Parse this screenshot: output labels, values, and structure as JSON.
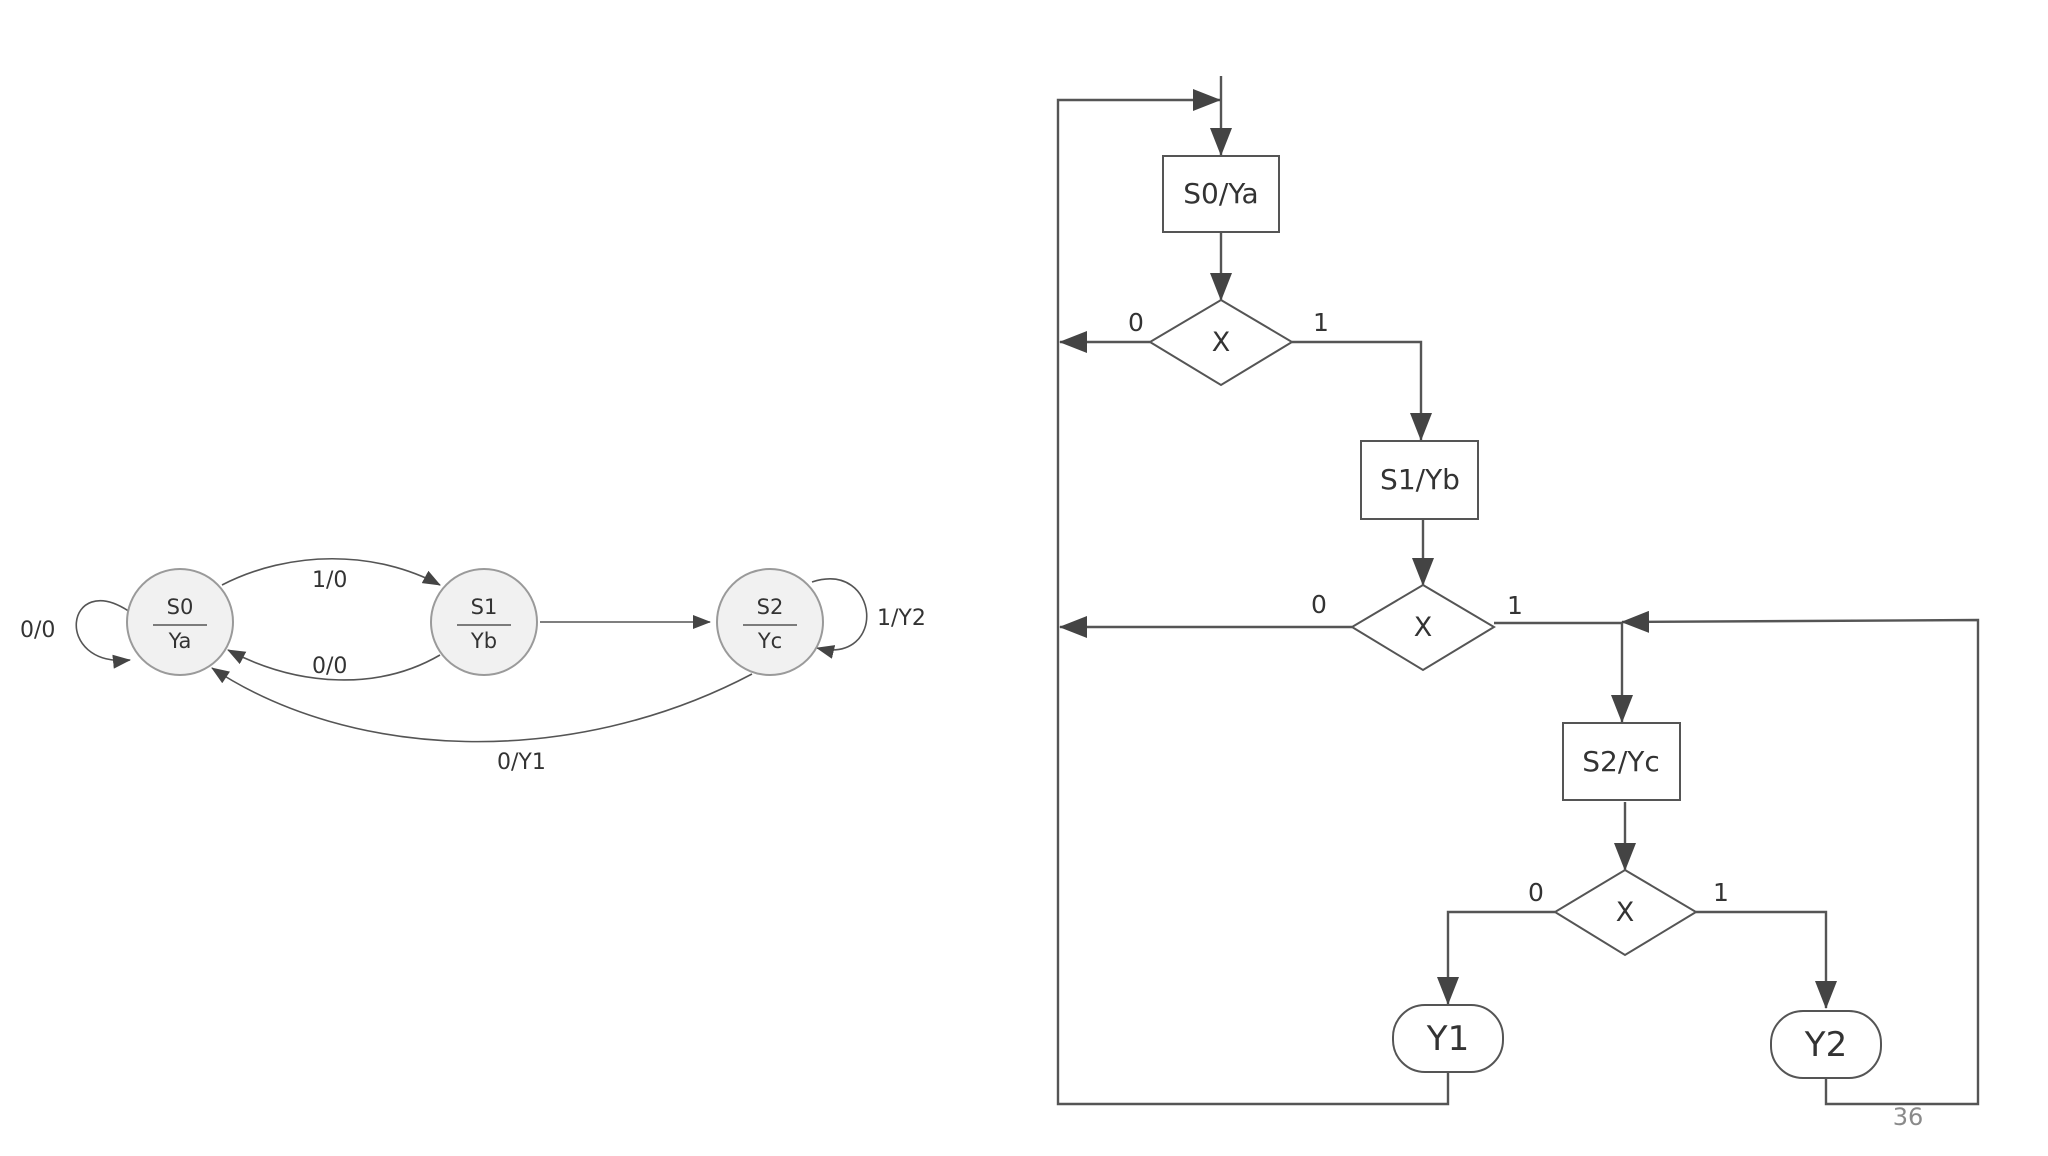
{
  "state_diagram": {
    "states": [
      {
        "name": "S0",
        "output": "Ya"
      },
      {
        "name": "S1",
        "output": "Yb"
      },
      {
        "name": "S2",
        "output": "Yc"
      }
    ],
    "transitions": {
      "s0_self": "0/0",
      "s0_to_s1": "1/0",
      "s1_to_s0": "0/0",
      "s2_self": "1/Y2",
      "s2_to_s0": "0/Y1"
    }
  },
  "flowchart": {
    "states": [
      "S0/Ya",
      "S1/Yb",
      "S2/Yc"
    ],
    "decision_label": "X",
    "branch_zero": "0",
    "branch_one": "1",
    "outputs": [
      "Y1",
      "Y2"
    ]
  },
  "page_number": "36"
}
